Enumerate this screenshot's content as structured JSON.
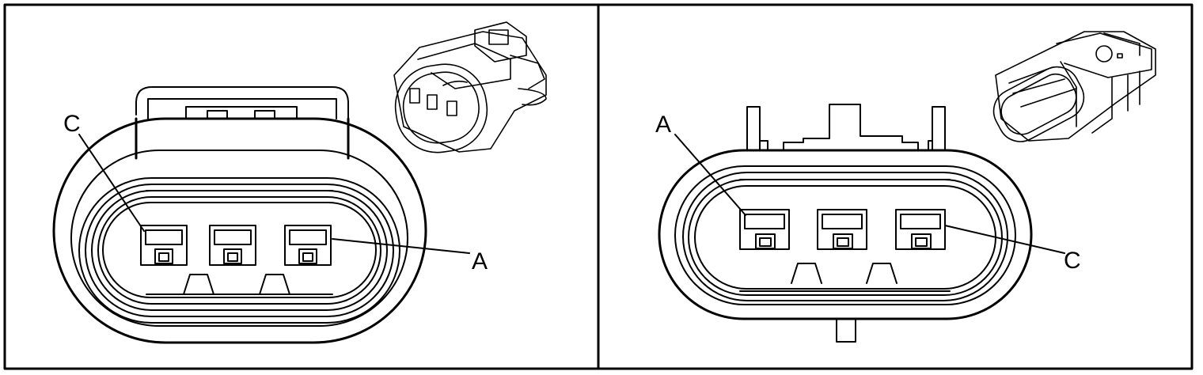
{
  "panels": [
    {
      "pin_left_label": "C",
      "pin_right_label": "A"
    },
    {
      "pin_left_label": "A",
      "pin_right_label": "C"
    }
  ]
}
